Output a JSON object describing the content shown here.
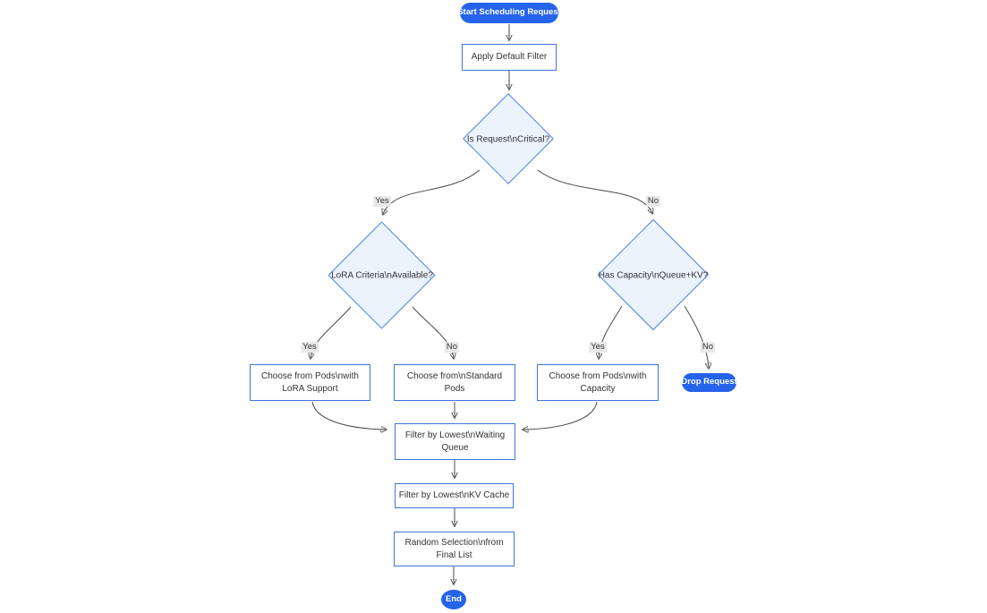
{
  "diagram": {
    "type": "flowchart",
    "nodes": {
      "start": "Start Scheduling Request",
      "apply_filter": "Apply Default Filter",
      "is_critical": "Is Request\\nCritical?",
      "lora_criteria": "LoRA Criteria\\nAvailable?",
      "has_capacity": "Has Capacity\\nQueue+KV?",
      "choose_lora": "Choose from Pods\\nwith LoRA Support",
      "choose_standard": "Choose from\\nStandard Pods",
      "choose_capacity": "Choose from Pods\\nwith Capacity",
      "drop_request": "Drop Request",
      "filter_waiting": "Filter by Lowest\\nWaiting Queue",
      "filter_kv": "Filter by Lowest\\nKV Cache",
      "random_selection": "Random Selection\\nfrom Final List",
      "end": "End"
    },
    "edge_labels": {
      "critical_yes": "Yes",
      "critical_no": "No",
      "lora_yes": "Yes",
      "lora_no": "No",
      "capacity_yes": "Yes",
      "capacity_no": "No"
    },
    "colors": {
      "terminal_fill": "#2563eb",
      "terminal_text": "#ffffff",
      "process_border": "#3e74db",
      "process_fill": "#ffffff",
      "decision_fill": "#ebf3fd",
      "decision_border": "#4e80e1",
      "edge_line": "#4a4a4a",
      "edge_label_bg": "#e8e8e8",
      "text": "#333333"
    }
  }
}
